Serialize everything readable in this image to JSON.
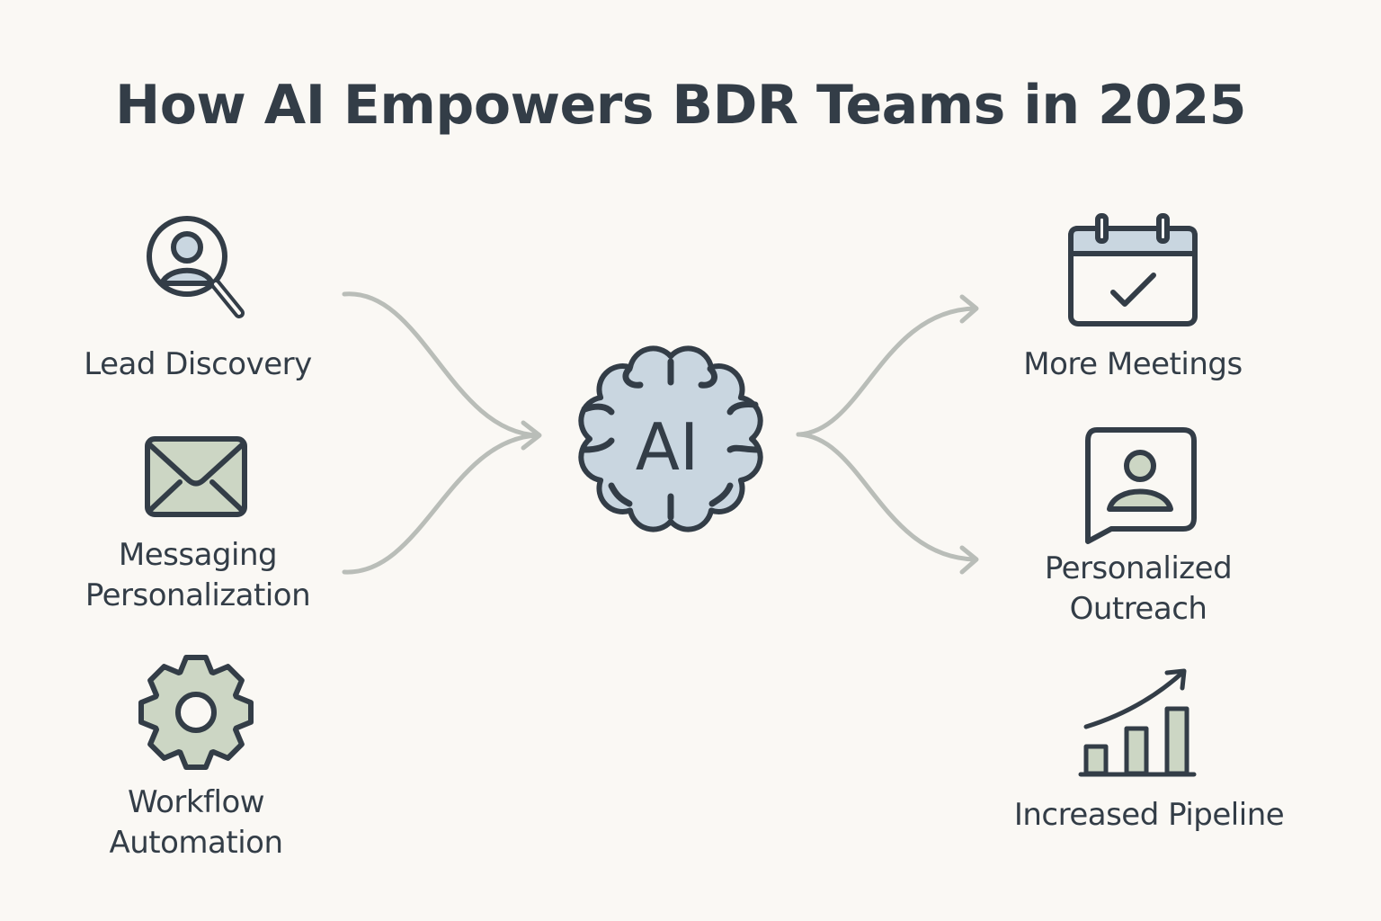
{
  "title": "How AI Empowers BDR Teams in 2025",
  "inputs": [
    {
      "label": "Lead Discovery",
      "icon": "person-search-icon"
    },
    {
      "label_line1": "Messaging",
      "label_line2": "Personalization",
      "icon": "envelope-icon"
    },
    {
      "label_line1": "Workflow",
      "label_line2": "Automation",
      "icon": "gear-icon"
    }
  ],
  "center": {
    "label": "AI",
    "icon": "brain-icon"
  },
  "outputs": [
    {
      "label": "More Meetings",
      "icon": "calendar-check-icon"
    },
    {
      "label_line1": "Personalized",
      "label_line2": "Outreach",
      "icon": "profile-chat-icon"
    },
    {
      "label": "Increased Pipeline",
      "icon": "growth-chart-icon"
    }
  ],
  "colors": {
    "background": "#faf8f4",
    "ink": "#333d47",
    "blue_fill": "#c9d6e0",
    "green_fill": "#ccd6c4",
    "arrow": "#b9bdb8"
  }
}
